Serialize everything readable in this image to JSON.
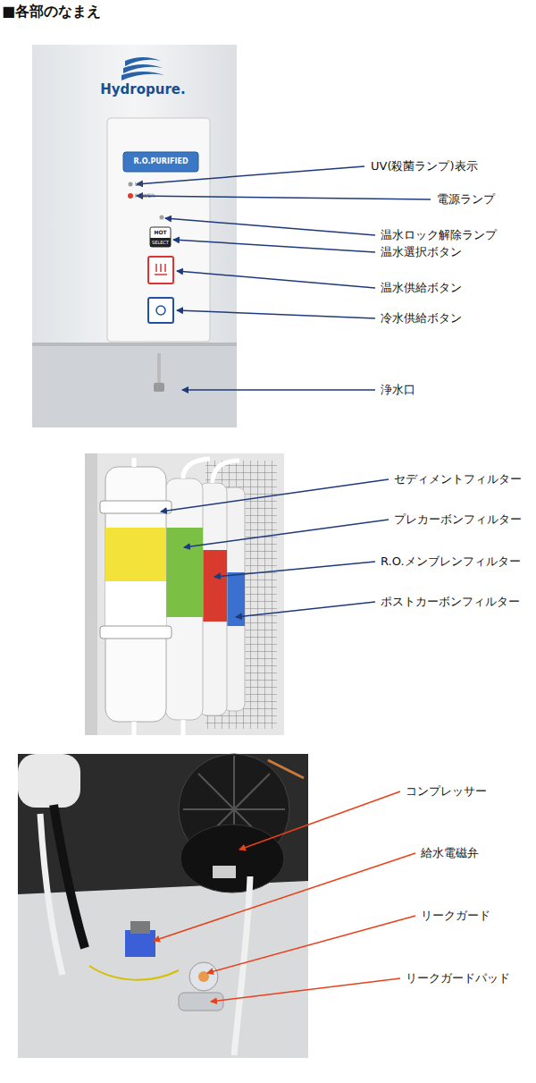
{
  "diagram": {
    "title": "■各部のなまえ",
    "labels": [
      "Hydropure.",
      "R.O.PURIFIED",
      "UV",
      "POWER",
      "HOT",
      "SELECT",
      "UV(殺菌ランプ)表示",
      "電源ランプ",
      "温水ロック解除ランプ",
      "温水選択ボタン",
      "温水供給ボタン",
      "冷水供給ボタン",
      "浄水口",
      "セディメントフィルター",
      "プレカーボンフィルター",
      "R.O.メンブレンフィルター",
      "ポストカーボンフィルター",
      "コンプレッサー",
      "給水電磁弁",
      "リークガード",
      "リークガードパッド"
    ]
  }
}
